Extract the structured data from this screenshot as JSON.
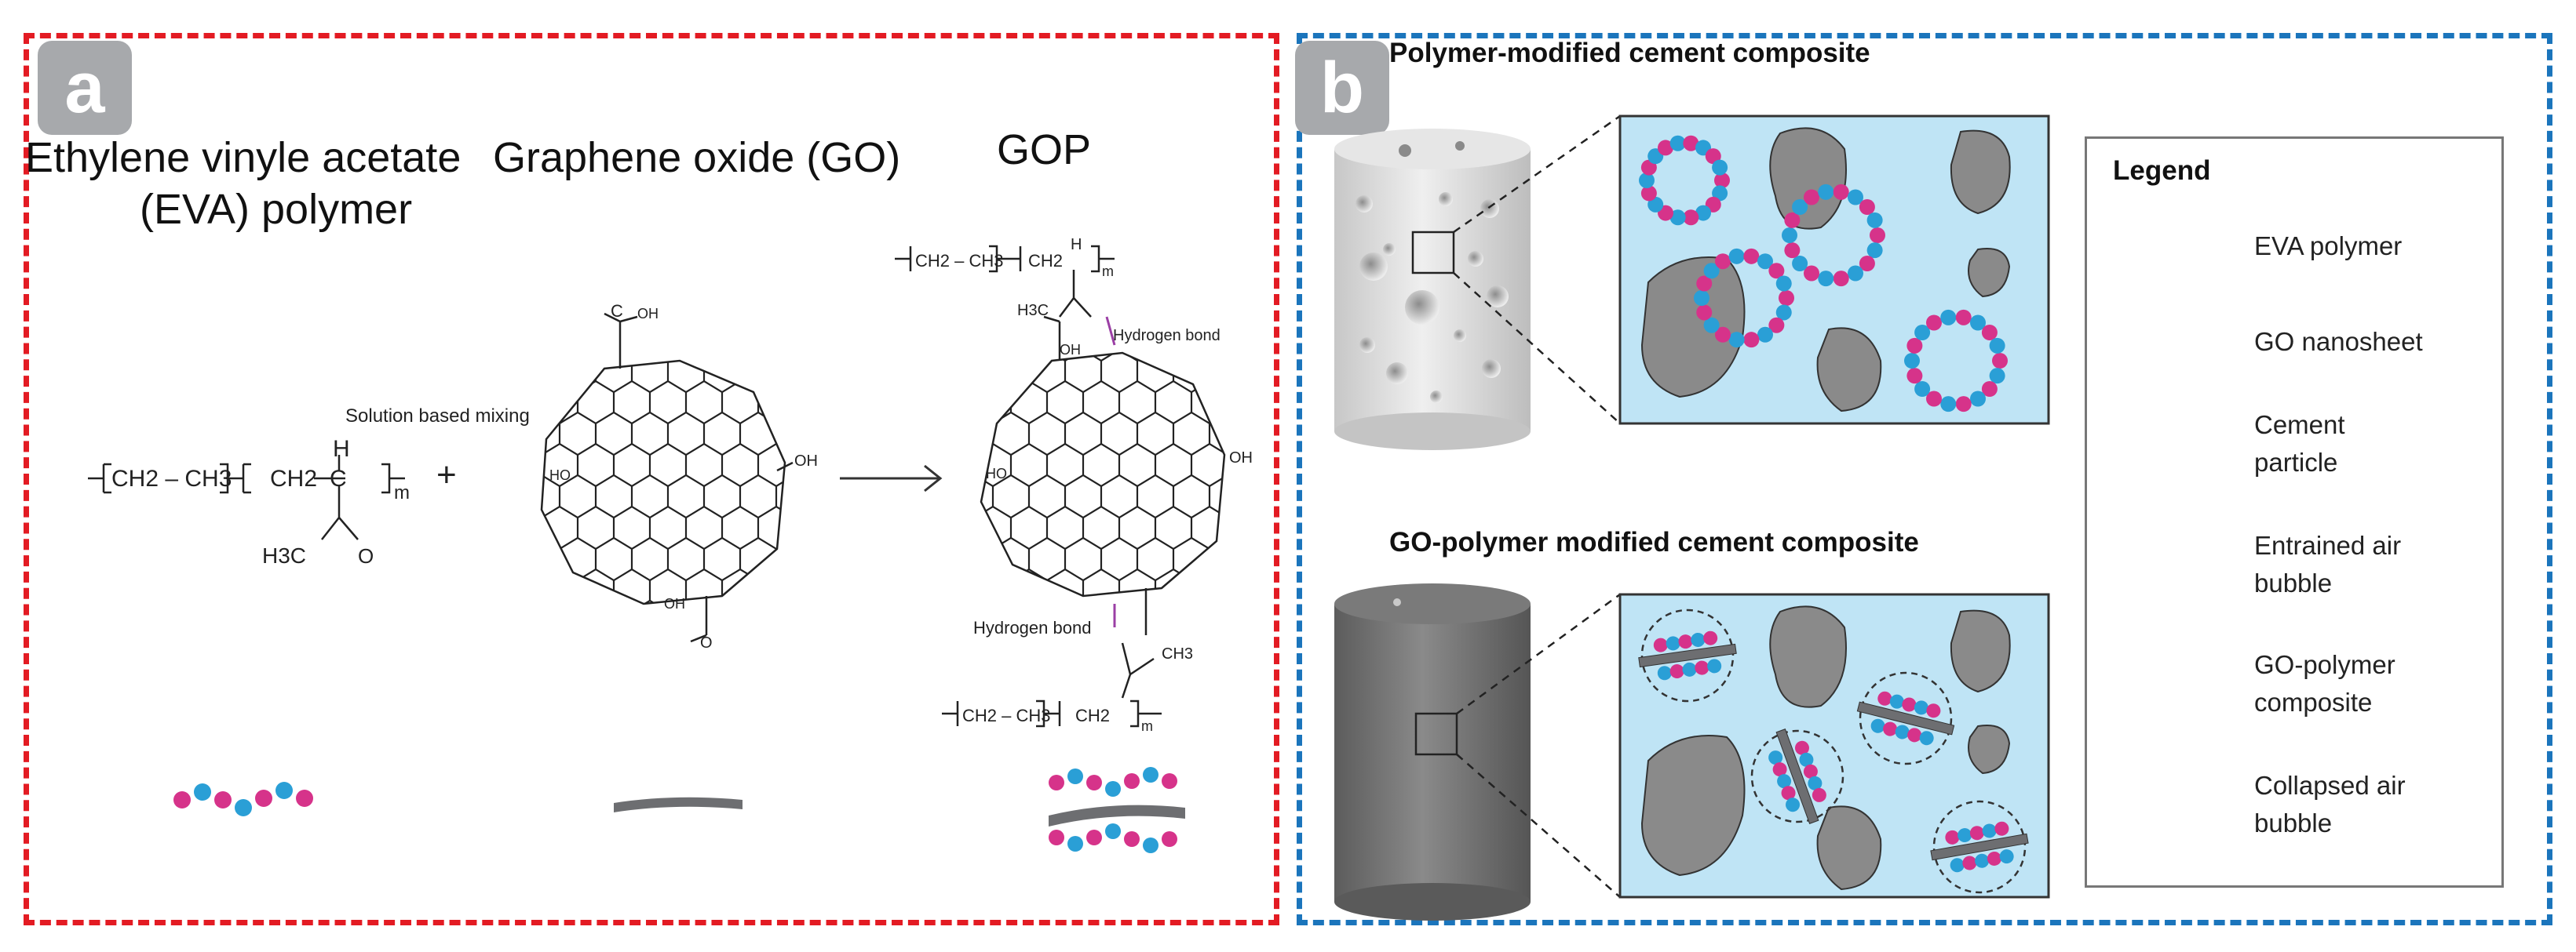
{
  "panel_a": {
    "badge": "a",
    "col1_title_line1": "Ethylene vinyle acetate",
    "col1_title_line2": "(EVA) polymer",
    "col2_title": "Graphene oxide (GO)",
    "col3_title": "GOP",
    "mixing_label": "Solution based mixing",
    "plus": "+",
    "hydrogen_bond_top": "Hydrogen bond",
    "hydrogen_bond_bottom": "Hydrogen bond",
    "eva_formula": {
      "ch2_ch3": "CH2 – CH3",
      "ch2": "CH2",
      "c": "C",
      "h": "H",
      "m": "m",
      "h3c": "H3C",
      "o": "O"
    },
    "go_groups": {
      "oh": "OH",
      "ho": "HO",
      "c": "C",
      "o": "O"
    },
    "gop_ch3": "CH3"
  },
  "panel_b": {
    "badge": "b",
    "top_title": "Polymer-modified cement composite",
    "bottom_title": "GO-polymer modified cement composite"
  },
  "legend": {
    "title": "Legend",
    "items": [
      {
        "line1": "EVA polymer",
        "line2": ""
      },
      {
        "line1": "GO nanosheet",
        "line2": ""
      },
      {
        "line1": "Cement",
        "line2": "particle"
      },
      {
        "line1": "Entrained air",
        "line2": "bubble"
      },
      {
        "line1": "GO-polymer",
        "line2": "composite"
      },
      {
        "line1": "Collapsed air",
        "line2": "bubble"
      }
    ]
  },
  "colors": {
    "panel_a_border": "#e31b23",
    "panel_b_border": "#1b75bc",
    "badge": "#a7a9ac",
    "eva_magenta": "#d6338a",
    "eva_blue": "#2a9fd6",
    "go_sheet": "#6d6e71",
    "cement_particle": "#8a8a8a",
    "matrix": "#bfe4f5",
    "cylinder_light": "#d9d9d9",
    "cylinder_dark": "#6d6e71",
    "hydrogen_bond": "#9b3fa5"
  }
}
